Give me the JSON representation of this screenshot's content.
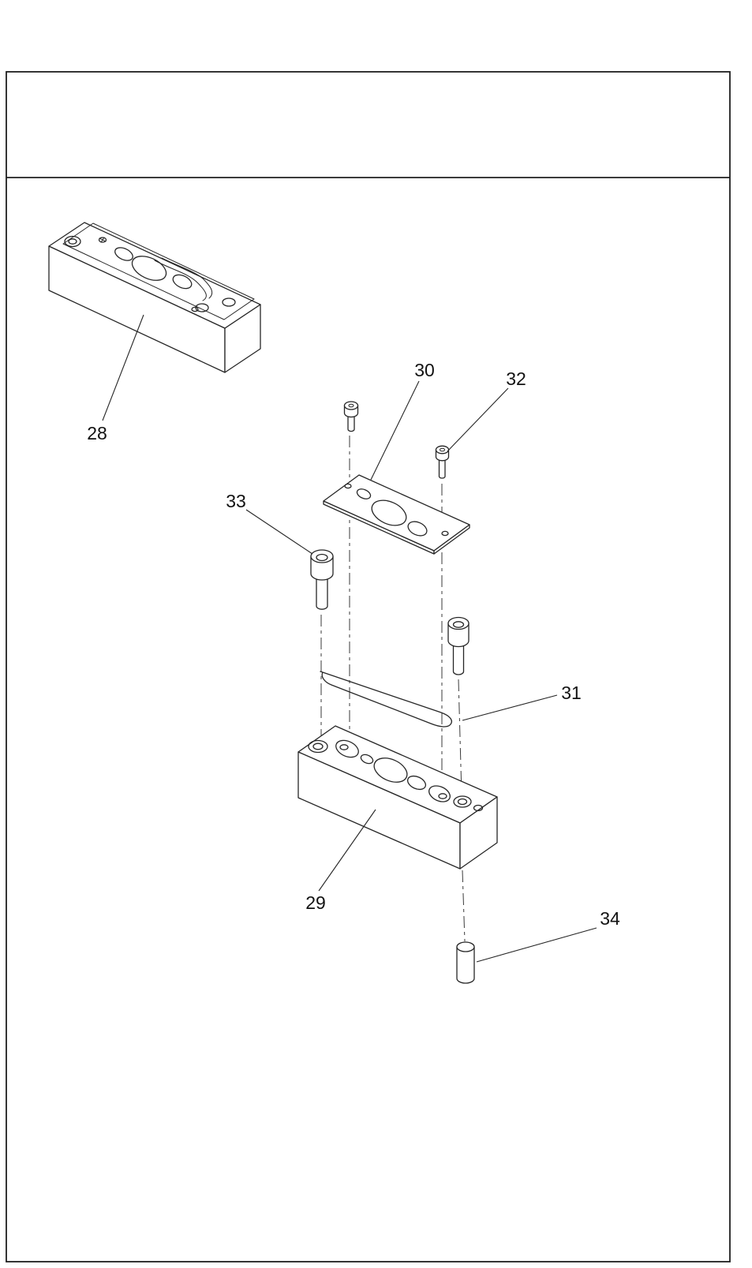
{
  "page": {
    "background": "#ffffff",
    "ink": "#262626",
    "centerline_color": "#3a3a3a"
  },
  "callouts": {
    "p28": "28",
    "p29": "29",
    "p30": "30",
    "p31": "31",
    "p32": "32",
    "p33": "33",
    "p34": "34"
  }
}
